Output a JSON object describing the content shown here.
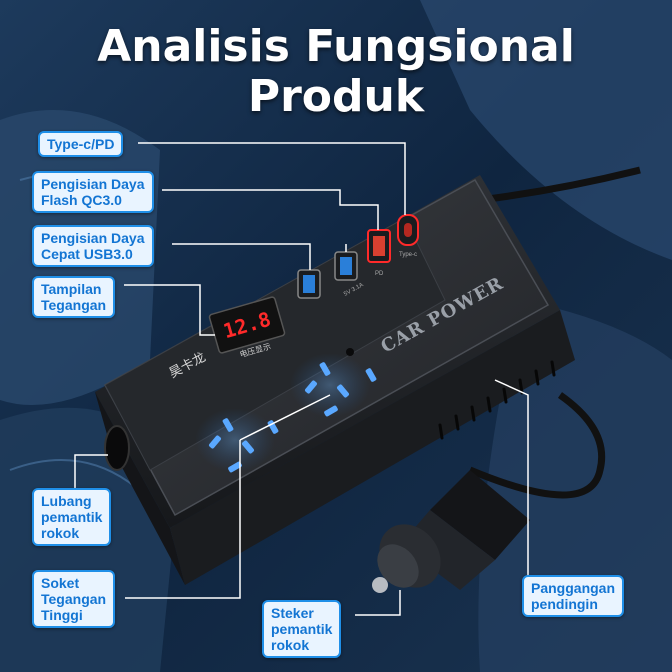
{
  "title": {
    "line1": "Analisis Fungsional",
    "line2": "Produk"
  },
  "callouts": {
    "type_c": "Type-c/PD",
    "qc3": [
      "Pengisian Daya",
      "Flash QC3.0"
    ],
    "usb3": [
      "Pengisian Daya",
      "Cepat USB3.0"
    ],
    "voltage": [
      "Tampilan",
      "Tegangan"
    ],
    "lighter_hole": [
      "Lubang",
      "pemantik",
      "rokok"
    ],
    "socket": [
      "Soket",
      "Tegangan",
      "Tinggi"
    ],
    "plug": [
      "Steker",
      "pemantik",
      "rokok"
    ],
    "cooling": [
      "Panggangan",
      "pendingin"
    ]
  },
  "device": {
    "brand_text": "CAR POWER",
    "logo_text": "昊卡龙",
    "display_value": "12.8",
    "display_caption": "电压显示",
    "port_label_pd": "PD",
    "port_label_typec": "Type-c",
    "port_label_usb": "5V 3.1A"
  },
  "colors": {
    "accent": "#1f8fe8",
    "label_bg": "#e9f4ff",
    "label_text": "#1375d3",
    "line": "#ffffff"
  }
}
